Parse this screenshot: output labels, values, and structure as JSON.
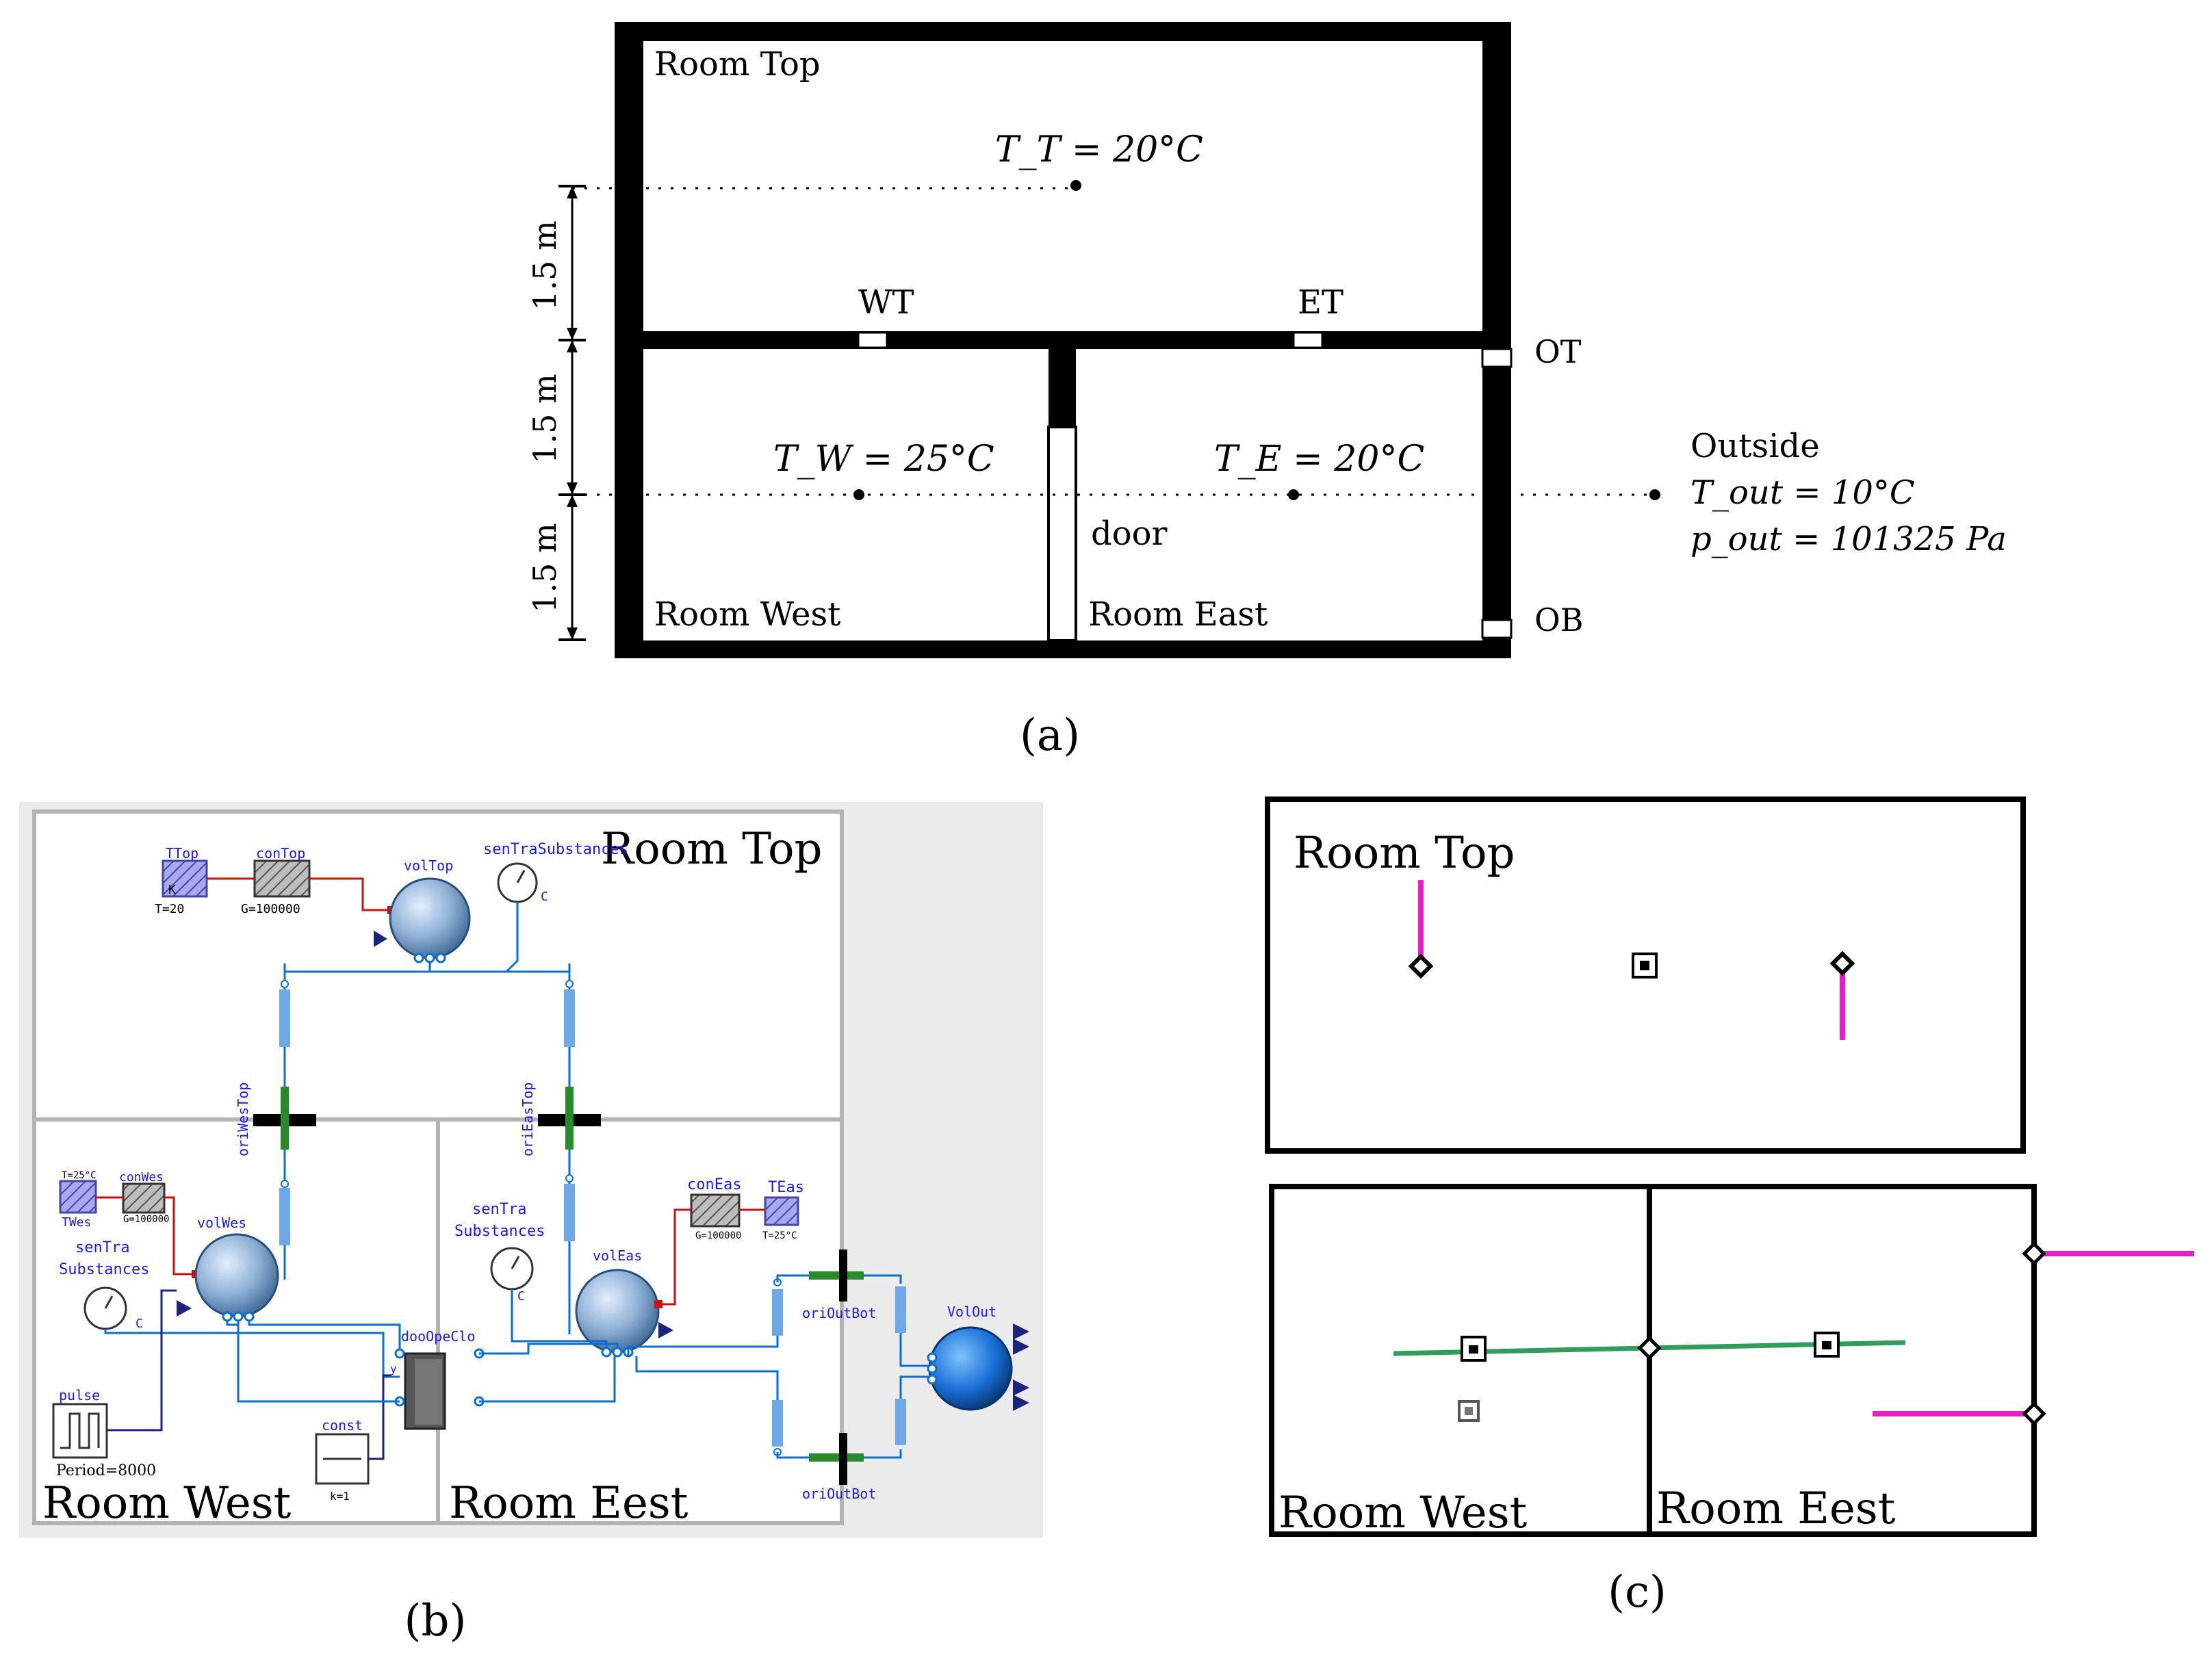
{
  "panel_a": {
    "room_top": "Room Top",
    "room_west": "Room West",
    "room_east": "Room East",
    "wt": "WT",
    "et": "ET",
    "ot": "OT",
    "ob": "OB",
    "door": "door",
    "dims": [
      "1.5 m",
      "1.5 m",
      "1.5 m"
    ],
    "t_top": "T_T = 20°C",
    "t_west": "T_W = 25°C",
    "t_east": "T_E = 20°C",
    "outside": "Outside",
    "t_out": "T_out = 10°C",
    "p_out": "p_out = 101325 Pa",
    "caption": "(a)"
  },
  "panel_b": {
    "room_top": "Room Top",
    "room_west": "Room West",
    "room_east": "Room Eest",
    "labels": {
      "ttop": "TTop",
      "ttop_param": "T=20",
      "contop": "conTop",
      "contop_param": "G=100000",
      "voltop": "volTop",
      "sentra_top": "senTraSubstances",
      "oriwestop": "oriWesTop",
      "orieastop": "oriEasTop",
      "twes_param": "T=25°C",
      "twes": "TWes",
      "conwes": "conWes",
      "conwes_param": "G=100000",
      "volwes": "volWes",
      "sentra_w1": "senTra",
      "sentra_w2": "Substances",
      "sentra_e1": "senTra",
      "sentra_e2": "Substances",
      "coneas": "conEas",
      "coneas_param": "G=100000",
      "teas": "TEas",
      "teas_param": "T=25°C",
      "voleas": "volEas",
      "doo": "dooOpeClo",
      "orioutbot_top": "oriOutBot",
      "orioutbot_bottom": "oriOutBot",
      "volout": "VolOut",
      "pulse": "pulse",
      "period": "Period=8000",
      "const": "const",
      "k": "k=1",
      "c": "C",
      "k_small": "K",
      "y": "y"
    },
    "caption": "(b)"
  },
  "panel_c": {
    "room_top": "Room Top",
    "room_west": "Room West",
    "room_east": "Room Eest",
    "caption": "(c)"
  },
  "colors": {
    "wall": "#000000",
    "pipe": "#0b6fd1",
    "heat": "#cc1111",
    "blue_text": "#1a1aff",
    "magenta": "#e91ec9",
    "green": "#2e9e5a"
  }
}
